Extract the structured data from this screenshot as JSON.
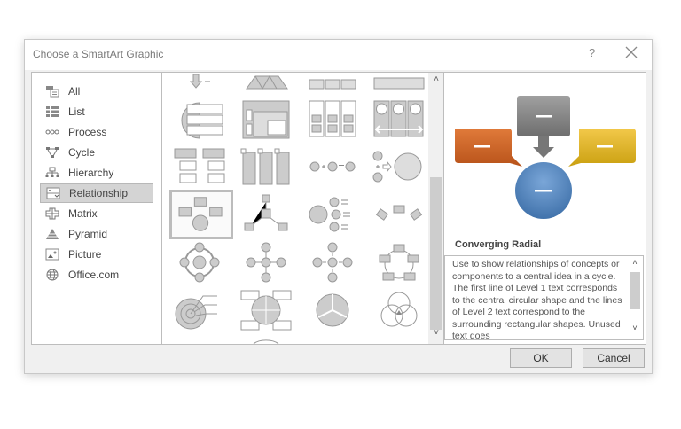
{
  "dialog": {
    "title": "Choose a SmartArt Graphic",
    "help_label": "?",
    "close_icon": "close-icon"
  },
  "categories": [
    {
      "label": "All",
      "icon": "all-icon"
    },
    {
      "label": "List",
      "icon": "list-icon"
    },
    {
      "label": "Process",
      "icon": "process-icon"
    },
    {
      "label": "Cycle",
      "icon": "cycle-icon"
    },
    {
      "label": "Hierarchy",
      "icon": "hierarchy-icon"
    },
    {
      "label": "Relationship",
      "icon": "relationship-icon",
      "selected": true
    },
    {
      "label": "Matrix",
      "icon": "matrix-icon"
    },
    {
      "label": "Pyramid",
      "icon": "pyramid-icon"
    },
    {
      "label": "Picture",
      "icon": "picture-icon"
    },
    {
      "label": "Office.com",
      "icon": "globe-icon"
    }
  ],
  "gallery": {
    "selected": "Converging Radial",
    "scroll_up": "˄",
    "scroll_down": "˅"
  },
  "preview": {
    "name": "Converging Radial",
    "description": "Use to show relationships of concepts or components to a central idea in a cycle. The first line of Level 1 text corresponds to the central circular shape and the lines of Level 2 text correspond to the surrounding rectangular shapes. Unused text does",
    "colors": {
      "left": "#d2691e",
      "top": "#8a8a8a",
      "right": "#e8b923",
      "center": "#4f81bd"
    }
  },
  "buttons": {
    "ok": "OK",
    "cancel": "Cancel"
  }
}
